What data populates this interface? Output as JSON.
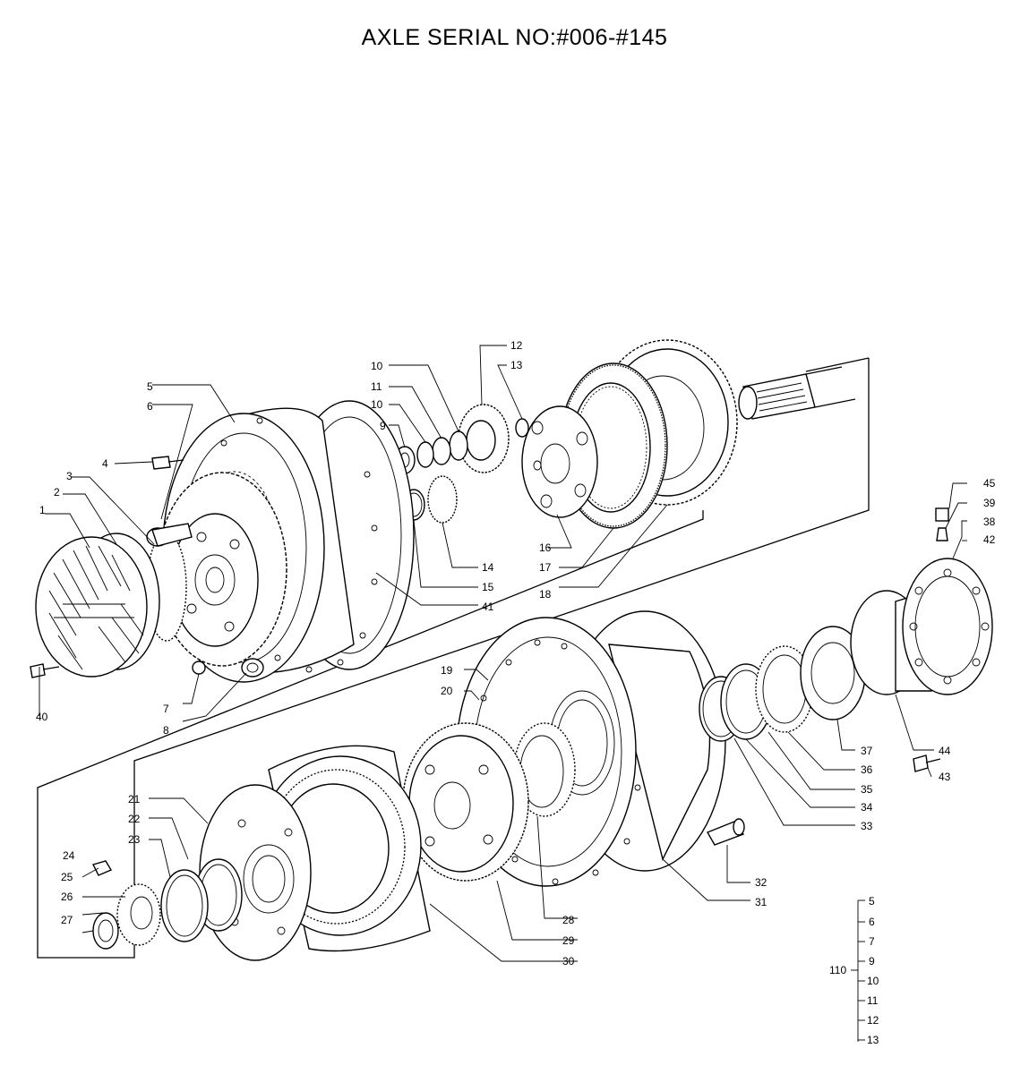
{
  "title": "AXLE SERIAL NO:#006-#145",
  "callouts": [
    "1",
    "2",
    "3",
    "4",
    "5",
    "6",
    "7",
    "8",
    "9",
    "10",
    "10",
    "11",
    "12",
    "13",
    "14",
    "15",
    "16",
    "17",
    "18",
    "19",
    "20",
    "21",
    "22",
    "23",
    "24",
    "25",
    "26",
    "27",
    "28",
    "29",
    "30",
    "31",
    "32",
    "33",
    "34",
    "35",
    "36",
    "37",
    "38",
    "39",
    "40",
    "41",
    "42",
    "43",
    "44",
    "45"
  ],
  "kit": {
    "number": "110",
    "items": [
      "5",
      "6",
      "7",
      "9",
      "10",
      "11",
      "12",
      "13"
    ]
  }
}
